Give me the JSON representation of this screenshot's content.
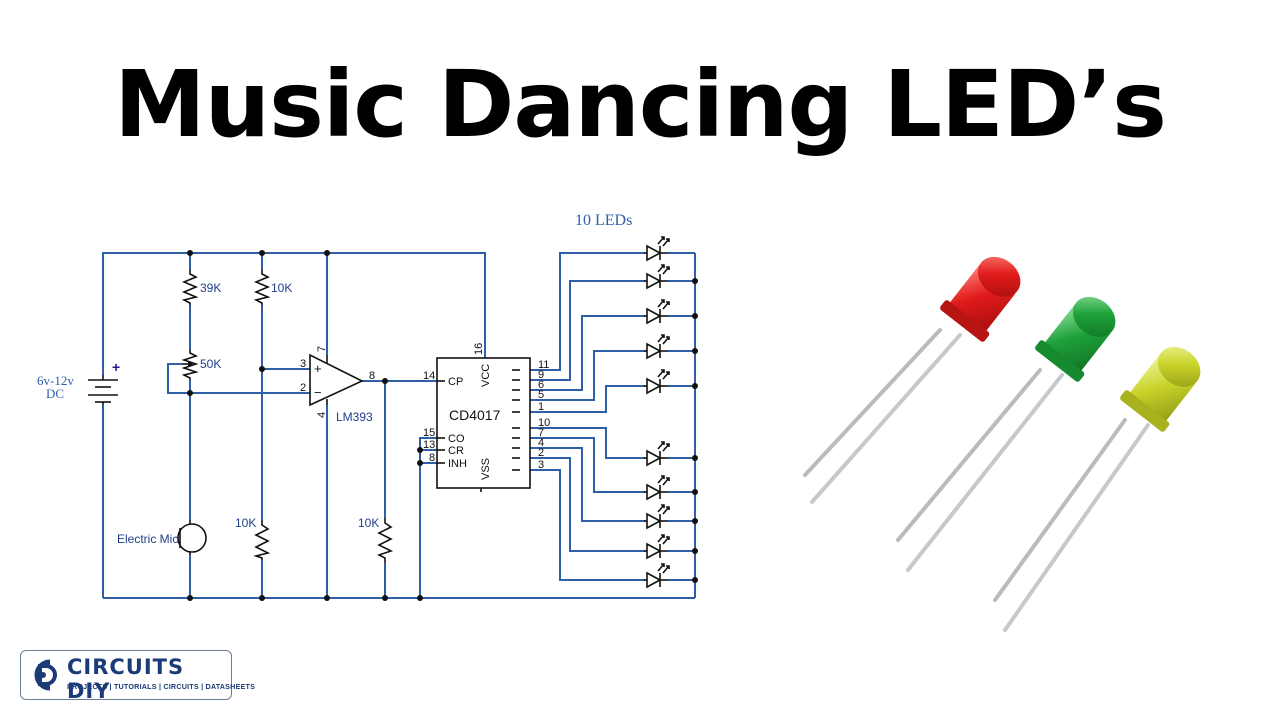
{
  "title": "Music Dancing LED’s",
  "circuit": {
    "leds_label": "10 LEDs",
    "supply_label": [
      "6v-12v",
      "DC"
    ],
    "supply_plus": "+",
    "r1": "39K",
    "pot": "50K",
    "r2": "10K",
    "r3": "10K",
    "r4": "10K",
    "mic_label": "Electric Mic",
    "opamp": {
      "name": "LM393",
      "plus": "+",
      "minus": "−",
      "pin_in_plus": "3",
      "pin_in_minus": "2",
      "pin_out": "8",
      "pin_vcc": "7",
      "pin_gnd": "4"
    },
    "ic": {
      "name": "CD4017",
      "cp": "CP",
      "pin_cp": "14",
      "vcc": "VCC",
      "pin_vcc": "16",
      "co": "CO",
      "pin_co": "15",
      "cr": "CR",
      "pin_cr": "13",
      "inh": "INH",
      "pin_inh": "8",
      "vss": "VSS",
      "outputs": [
        "11",
        "9",
        "6",
        "5",
        "1",
        "10",
        "7",
        "4",
        "2",
        "3"
      ]
    }
  },
  "logo": {
    "brand": "CIRCUITS DIY",
    "tagline": "PROJECTS | TUTORIALS | CIRCUITS | DATASHEETS"
  },
  "colors": {
    "wire": "#2f5fa8",
    "led_red": "#e11b1b",
    "led_green": "#1fa23a",
    "led_yellow": "#c9d42a",
    "logo": "#1a3a78"
  }
}
